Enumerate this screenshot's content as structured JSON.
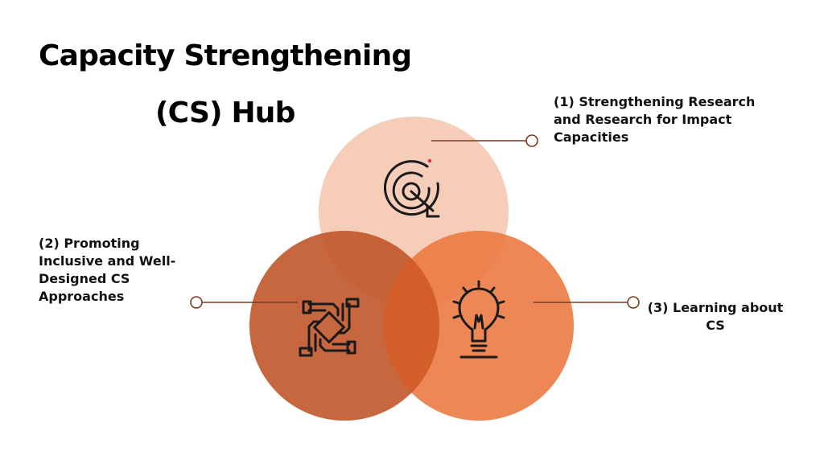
{
  "title": {
    "line1": "Capacity Strengthening",
    "line2": "(CS) Hub"
  },
  "areas": [
    {
      "label": "(1) Strengthening Research and Research for Impact Capacities",
      "icon": "target-icon",
      "color": "#f4c4ad"
    },
    {
      "label": "(2) Promoting Inclusive and Well-Designed CS Approaches",
      "icon": "handshake-icon",
      "color": "#c0572a"
    },
    {
      "label": "(3) Learning about CS",
      "icon": "lightbulb-icon",
      "color": "#eb7a42"
    }
  ],
  "colors": {
    "connector": "#7a3b22",
    "icon": "#1a1a1a",
    "accent": "#e03030"
  }
}
